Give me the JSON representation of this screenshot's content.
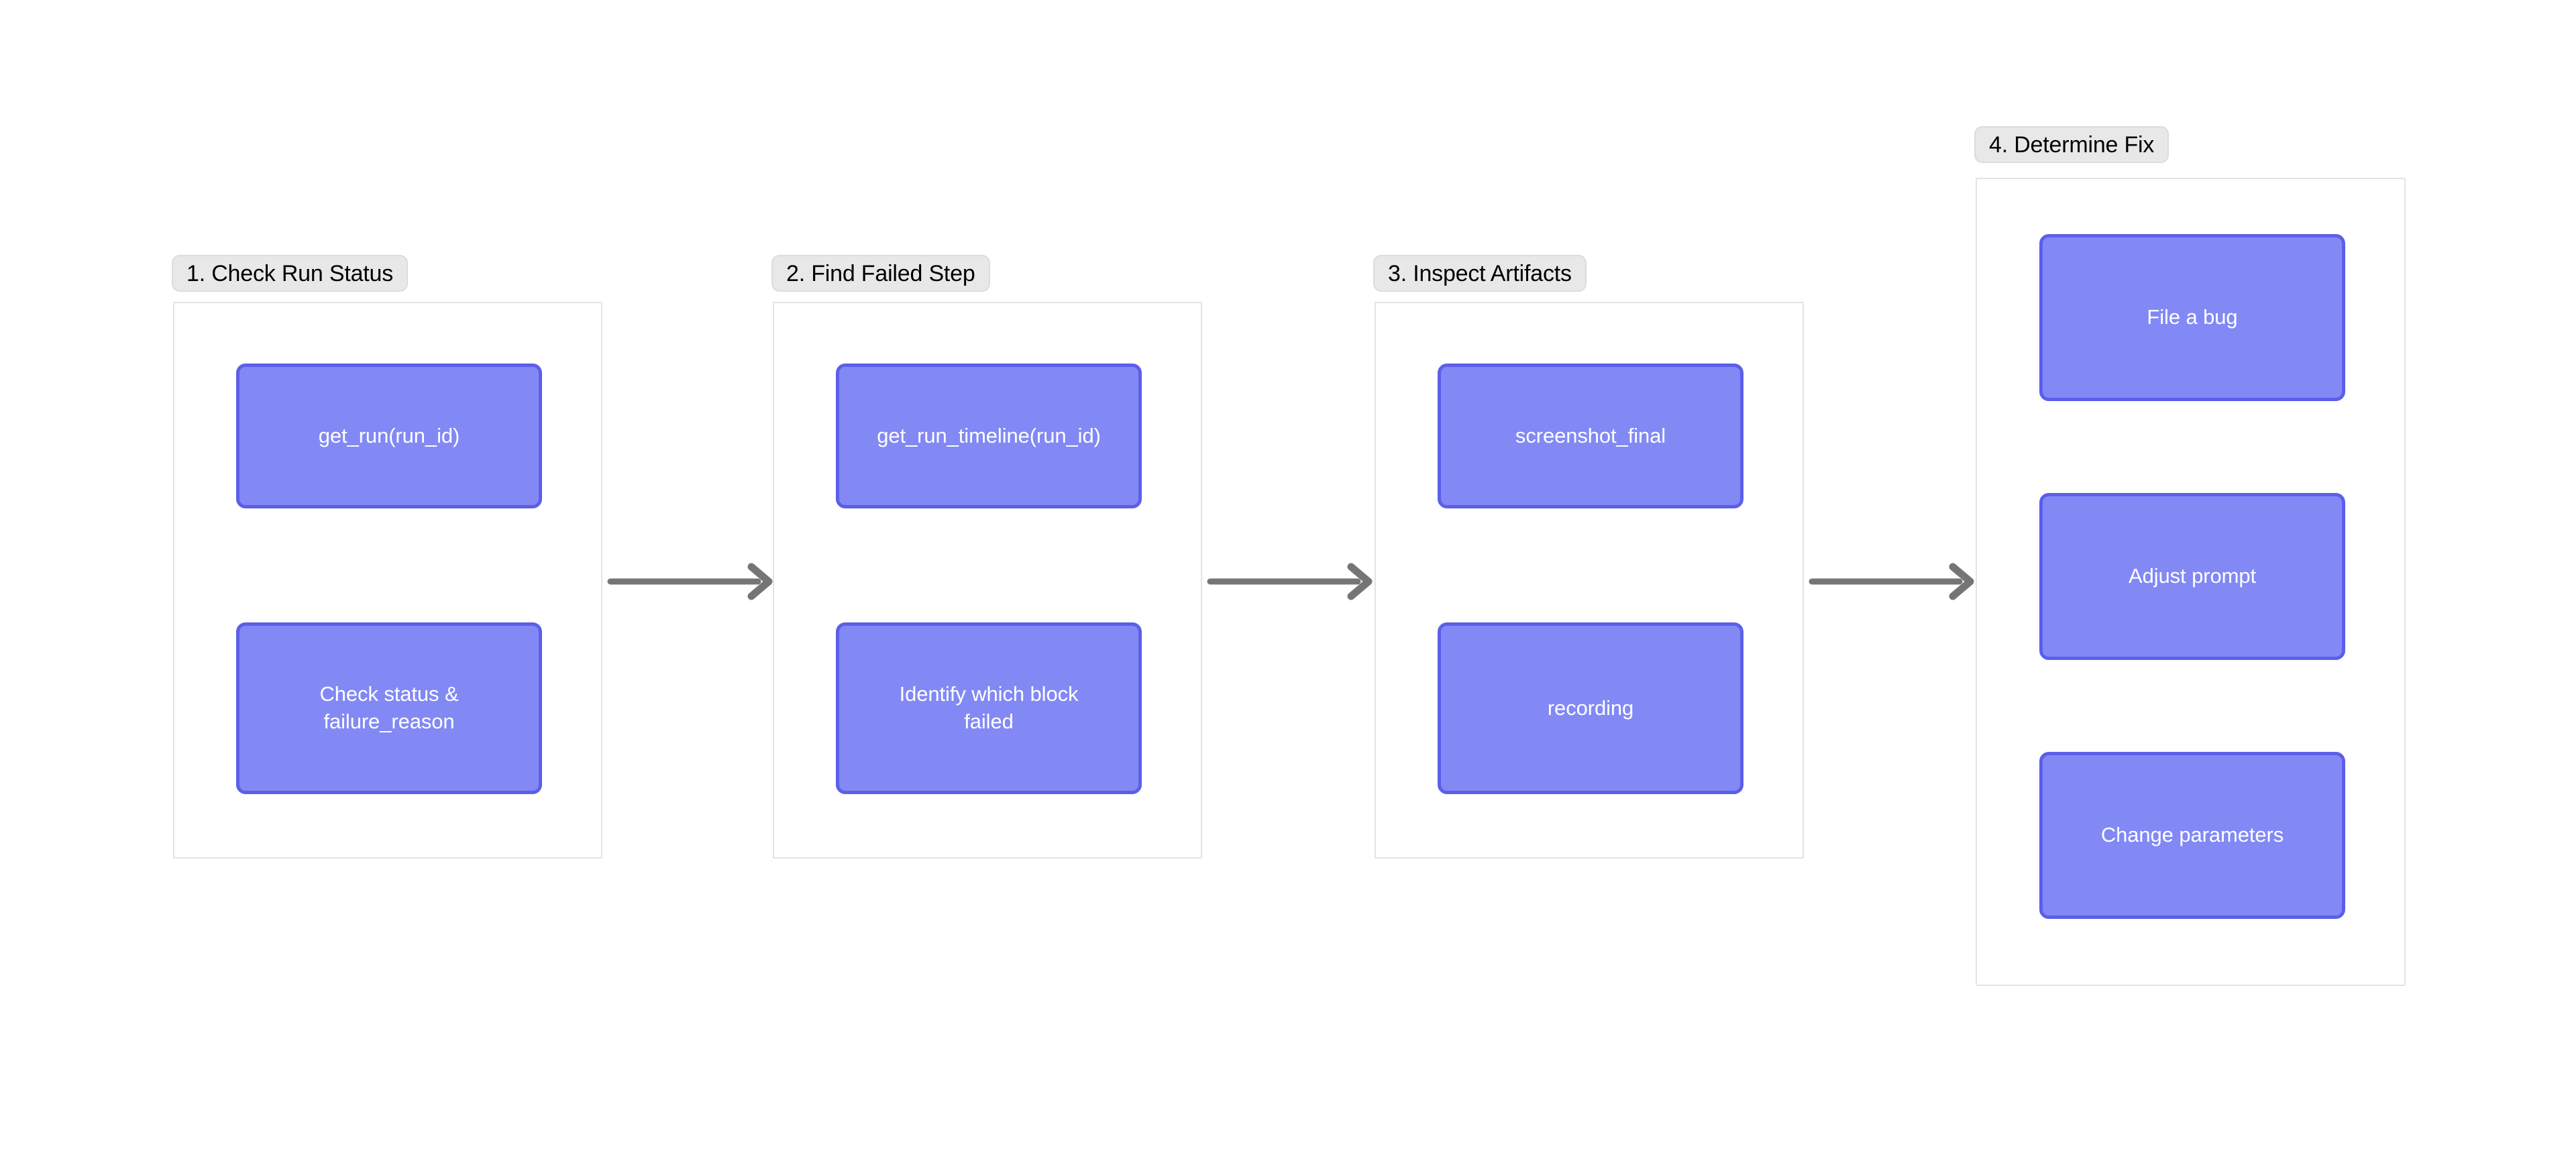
{
  "diagram": {
    "type": "flowchart",
    "direction": "left-to-right",
    "background_color": "#ffffff",
    "node_fill_color": "#8289f5",
    "node_border_color": "#5b5fe8",
    "node_text_color": "#ffffff",
    "panel_border_color": "#e3e3e3",
    "chip_fill_color": "#e8e8e8",
    "arrow_color": "#757575",
    "groups": [
      {
        "id": "group-1",
        "title": "1. Check Run Status",
        "nodes": [
          {
            "id": "node-get-run",
            "label": "get_run(run_id)"
          },
          {
            "id": "node-check-status",
            "label": "Check status & failure_reason"
          }
        ]
      },
      {
        "id": "group-2",
        "title": "2. Find Failed Step",
        "nodes": [
          {
            "id": "node-get-run-timeline",
            "label": "get_run_timeline(run_id)"
          },
          {
            "id": "node-identify-block",
            "label": "Identify which block failed"
          }
        ]
      },
      {
        "id": "group-3",
        "title": "3. Inspect Artifacts",
        "nodes": [
          {
            "id": "node-screenshot-final",
            "label": "screenshot_final"
          },
          {
            "id": "node-recording",
            "label": "recording"
          }
        ]
      },
      {
        "id": "group-4",
        "title": "4. Determine Fix",
        "nodes": [
          {
            "id": "node-file-a-bug",
            "label": "File a bug"
          },
          {
            "id": "node-adjust-prompt",
            "label": "Adjust prompt"
          },
          {
            "id": "node-change-parameters",
            "label": "Change parameters"
          }
        ]
      }
    ],
    "connectors": [
      {
        "id": "arrow-1",
        "from": "group-1",
        "to": "group-2",
        "style": "solid-arrow"
      },
      {
        "id": "arrow-2",
        "from": "group-2",
        "to": "group-3",
        "style": "solid-arrow"
      },
      {
        "id": "arrow-3",
        "from": "group-3",
        "to": "group-4",
        "style": "solid-arrow"
      }
    ]
  }
}
